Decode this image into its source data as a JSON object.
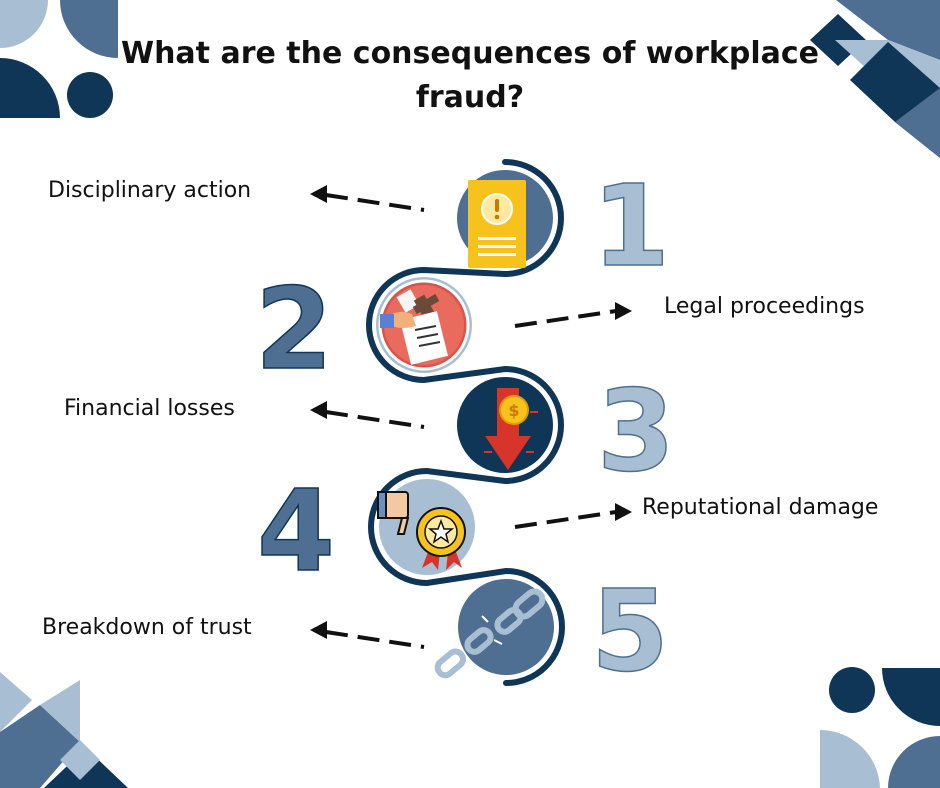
{
  "title": "What are the consequences of workplace fraud?",
  "colors": {
    "navy": "#0f3557",
    "steel": "#4e6f91",
    "pale": "#a8bfd3",
    "gold": "#f7c21b",
    "red": "#d7342a"
  },
  "steps": [
    {
      "number": "1",
      "label": "Disciplinary action",
      "icon": "warning-document-icon"
    },
    {
      "number": "2",
      "label": "Legal proceedings",
      "icon": "gavel-contract-icon"
    },
    {
      "number": "3",
      "label": "Financial losses",
      "icon": "falling-money-icon"
    },
    {
      "number": "4",
      "label": "Reputational damage",
      "icon": "thumbs-down-badge-icon"
    },
    {
      "number": "5",
      "label": "Breakdown of trust",
      "icon": "broken-chain-icon"
    }
  ]
}
